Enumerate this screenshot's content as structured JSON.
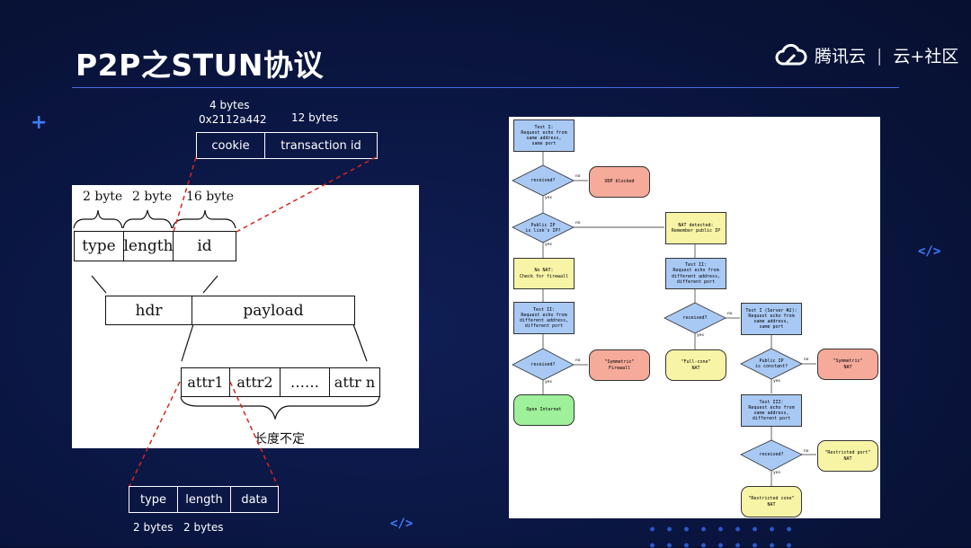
{
  "slide": {
    "title": "P2P之STUN协议",
    "brand": {
      "name": "腾讯云",
      "separator": "|",
      "community": "云+社区"
    },
    "deco_code": "</>"
  },
  "stun_header": {
    "cookie_size": "4 bytes",
    "cookie_value": "0x2112a442",
    "tid_size": "12 bytes",
    "cookie_label": "cookie",
    "tid_label": "transaction id"
  },
  "packet": {
    "size_labels": [
      "2 byte",
      "2 byte",
      "16 byte"
    ],
    "header_fields": [
      "type",
      "length",
      "id"
    ],
    "hdr": "hdr",
    "payload": "payload",
    "attrs": [
      "attr1",
      "attr2",
      "……",
      "attr n"
    ],
    "variable_len": "长度不定"
  },
  "attr_format": {
    "fields": [
      "type",
      "length",
      "data"
    ],
    "sizes": [
      "2 bytes",
      "2 bytes"
    ]
  },
  "flowchart": {
    "test1": [
      "Test I:",
      "Request echo from",
      "same address,",
      "same port"
    ],
    "received": "received?",
    "udp_blocked": "UDP blocked",
    "public_ip_q": [
      "Public IP",
      "is link's IP?"
    ],
    "nat_detected": [
      "NAT detected:",
      "Remember public IP"
    ],
    "no_nat": [
      "No NAT:",
      "Check for firewall"
    ],
    "test2_right": [
      "Test II:",
      "Request echo from",
      "different address,",
      "different port"
    ],
    "test2_left": [
      "Test II:",
      "Request echo from",
      "different address,",
      "different port"
    ],
    "test1_server2": [
      "Test I (Server #2):",
      "Request echo from",
      "same address,",
      "same port"
    ],
    "symmetric_firewall": [
      "\"Symmetric\"",
      "Firewall"
    ],
    "full_cone": [
      "\"Full-cone\"",
      "NAT"
    ],
    "public_ip_const": [
      "Public IP",
      "is constant?"
    ],
    "symmetric_nat": [
      "\"Symmetric\"",
      "NAT"
    ],
    "open_internet": "Open Internet",
    "test3": [
      "Test III:",
      "Request echo from",
      "same address,",
      "different port"
    ],
    "restricted_port": [
      "\"Restricted port\"",
      "NAT"
    ],
    "restricted_cone": [
      "\"Restricted cone\"",
      "NAT"
    ],
    "yes": "yes",
    "no": "no"
  }
}
